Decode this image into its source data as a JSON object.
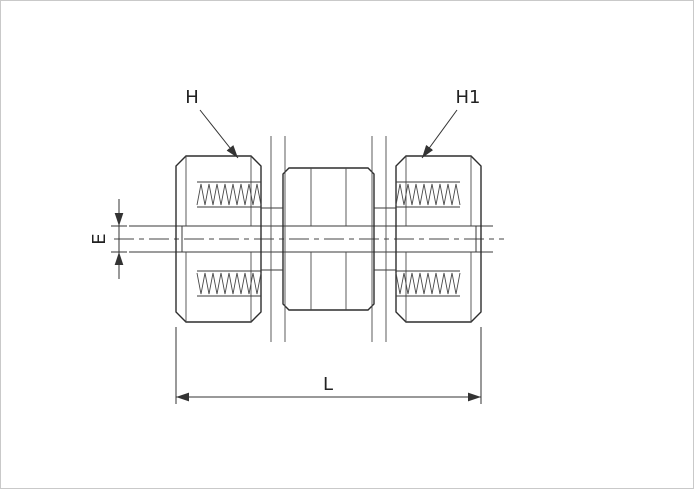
{
  "drawing": {
    "kind": "tube-union-fitting-section-drawing",
    "labels": {
      "h": "H",
      "h1": "H1",
      "e": "E",
      "l": "L"
    },
    "colors": {
      "line": "#2d2d2d",
      "background": "#ffffff"
    }
  }
}
